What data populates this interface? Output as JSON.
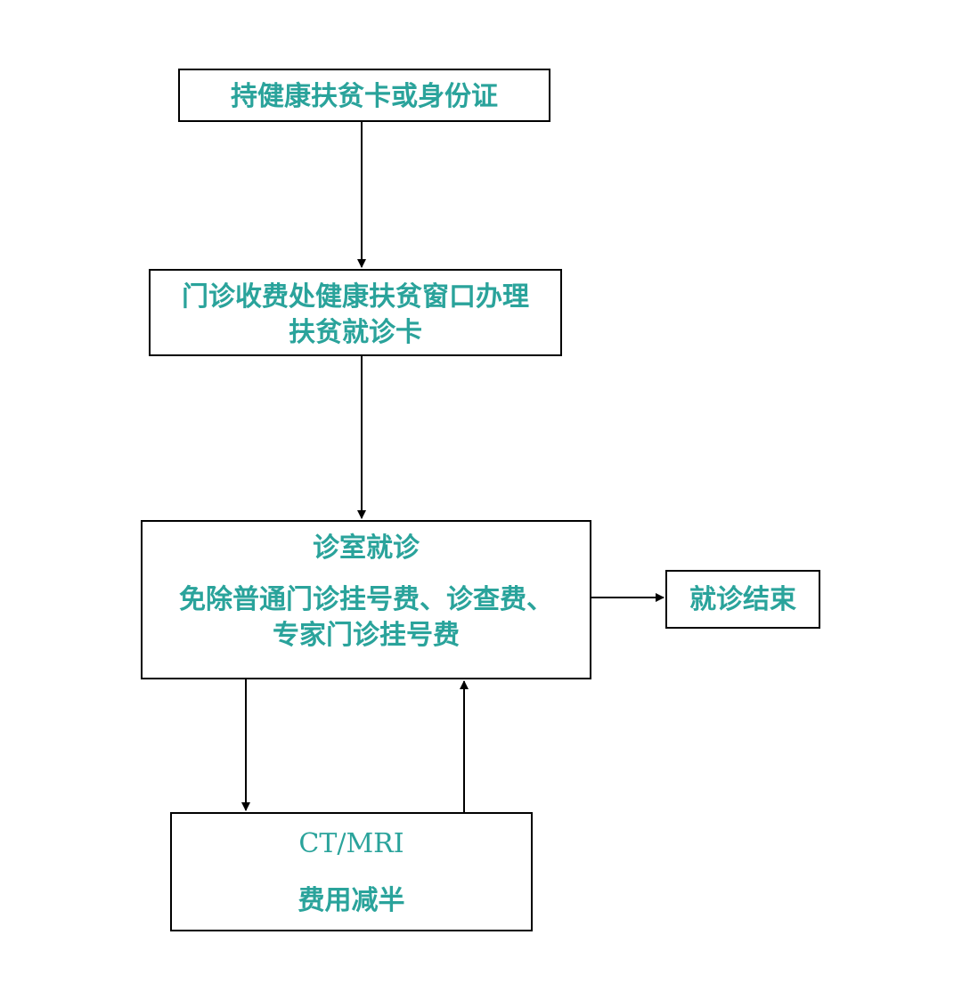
{
  "colors": {
    "text": "#2aa39b",
    "border": "#000000",
    "arrow": "#000000",
    "background": "#ffffff"
  },
  "nodes": {
    "start": {
      "text": "持健康扶贫卡或身份证"
    },
    "card_office": {
      "line1": "门诊收费处健康扶贫窗口办理",
      "line2": "扶贫就诊卡"
    },
    "consult": {
      "title": "诊室就诊",
      "line1": "免除普通门诊挂号费、诊查费、",
      "line2": "专家门诊挂号费"
    },
    "end": {
      "text": "就诊结束"
    },
    "imaging": {
      "title": "CT/MRI",
      "line1": "费用减半"
    }
  }
}
